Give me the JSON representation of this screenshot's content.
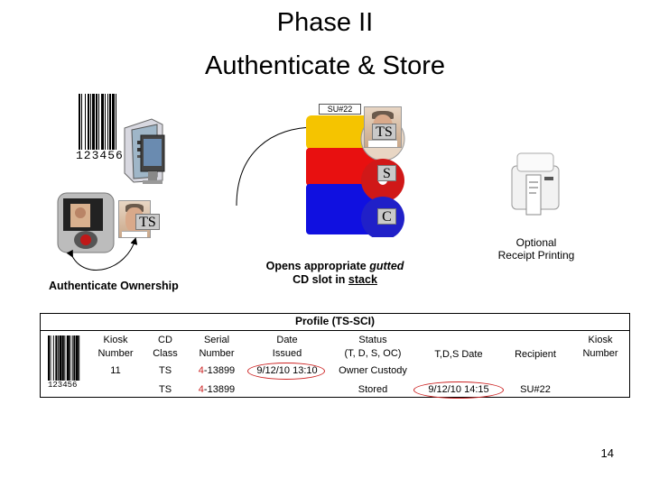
{
  "header": {
    "title_line1": "Phase II",
    "title_line2": "Authenticate & Store"
  },
  "barcode": {
    "number": "123456"
  },
  "kiosk": {
    "badge": "TS",
    "caption": "Authenticate Ownership"
  },
  "cd_stack": {
    "slot_label": "SU#22",
    "badges": [
      "TS",
      "S",
      "C"
    ],
    "colors": {
      "top": "#f5c400",
      "middle": "#e81010",
      "bottom": "#1010e0",
      "disc_red": "#d01818",
      "disc_blue": "#2020c8"
    },
    "caption_line1": "Opens appropriate",
    "caption_gutted": "gutted",
    "caption_line2_pre": "CD slot in",
    "caption_stack": "stack"
  },
  "printer": {
    "caption_line1": "Optional",
    "caption_line2": "Receipt Printing"
  },
  "profile_table": {
    "title": "Profile (TS-SCI)",
    "barcode_number": "123456",
    "headers": {
      "kiosk_number": [
        "Kiosk",
        "Number"
      ],
      "cd_class": [
        "CD",
        "Class"
      ],
      "serial_number": [
        "Serial",
        "Number"
      ],
      "date_issued": [
        "Date",
        "Issued"
      ],
      "status": [
        "Status",
        "(T, D, S, OC)"
      ],
      "tds_date": "T,D,S Date",
      "recipient": "Recipient",
      "kiosk_number2": [
        "Kiosk",
        "Number"
      ]
    },
    "rows": [
      {
        "kiosk": "11",
        "cd_class": "TS",
        "serial_prefix": "4",
        "serial_rest": "-13899",
        "date_issued": "9/12/10 13:10",
        "status": "Owner Custody",
        "tds_date": "",
        "recipient": "",
        "kiosk2": ""
      },
      {
        "kiosk": "",
        "cd_class": "TS",
        "serial_prefix": "4",
        "serial_rest": "-13899",
        "date_issued": "",
        "status": "Stored",
        "tds_date": "9/12/10 14:15",
        "recipient": "SU#22",
        "kiosk2": ""
      }
    ],
    "highlight_color": "#cc2222"
  },
  "footer": {
    "page_number": "14"
  }
}
